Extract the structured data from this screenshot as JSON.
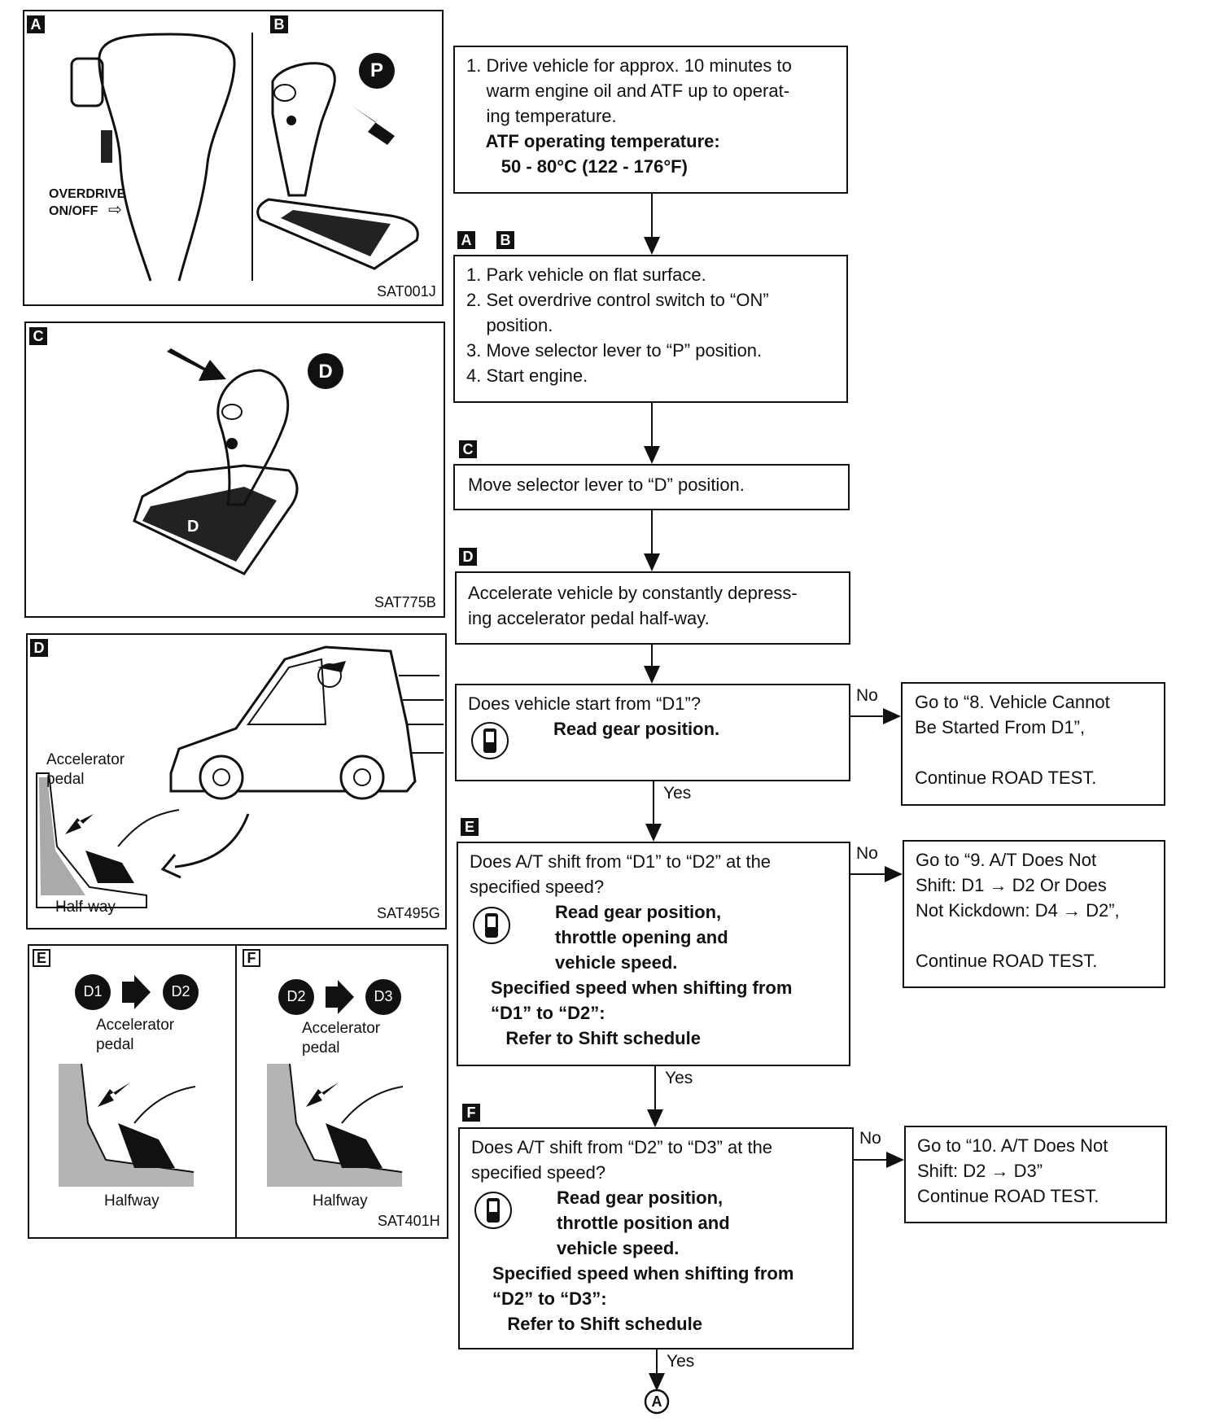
{
  "illustrations": {
    "panel_ab": {
      "tag_a": "A",
      "tag_b": "B",
      "overdrive_label": "OVERDRIVE\nON/OFF",
      "p_badge": "P",
      "code": "SAT001J"
    },
    "panel_c": {
      "tag": "C",
      "d_badge": "D",
      "gate_letter": "D",
      "code": "SAT775B"
    },
    "panel_d": {
      "tag": "D",
      "accel_label": "Accelerator\npedal",
      "halfway_label": "Half-way",
      "code": "SAT495G"
    },
    "panel_ef": {
      "tag_e": "E",
      "tag_f": "F",
      "e_from": "D1",
      "e_to": "D2",
      "f_from": "D2",
      "f_to": "D3",
      "accel_label_e": "Accelerator\npedal",
      "accel_label_f": "Accelerator\npedal",
      "halfway_e": "Halfway",
      "halfway_f": "Halfway",
      "code": "SAT401H"
    }
  },
  "flow": {
    "step1": {
      "lines": [
        "1. Drive vehicle for approx. 10 minutes to",
        "    warm engine oil and ATF up to operat-",
        "    ing temperature."
      ],
      "bold_lines": [
        "    ATF operating temperature:",
        "       50 - 80°C (122 - 176°F)"
      ]
    },
    "step2": {
      "tags": [
        "A",
        "B"
      ],
      "lines": [
        "1. Park vehicle on flat surface.",
        "2. Set overdrive control switch to “ON”",
        "    position.",
        "3. Move selector lever to “P” position.",
        "4. Start engine."
      ]
    },
    "step3": {
      "tag": "C",
      "text": "Move selector lever to “D” position."
    },
    "step4": {
      "tag": "D",
      "lines": [
        "Accelerate vehicle by constantly depress-",
        "ing accelerator pedal half-way."
      ]
    },
    "q1": {
      "question": "Does vehicle start from “D1”?",
      "bold": "Read gear position.",
      "no_label": "No",
      "yes_label": "Yes",
      "no_box": [
        "Go to “8. Vehicle Cannot",
        "Be Started From D1”,",
        "",
        "Continue ROAD TEST."
      ]
    },
    "q2": {
      "tag": "E",
      "lines": [
        "Does A/T shift from “D1” to “D2” at the",
        "specified speed?"
      ],
      "bold_indent": [
        "Read gear position,",
        "throttle opening and",
        "vehicle speed."
      ],
      "bold_lines": [
        "Specified speed when shifting from",
        "“D1” to “D2”:",
        "   Refer to Shift schedule"
      ],
      "no_label": "No",
      "yes_label": "Yes",
      "no_box": [
        "Go to “9. A/T Does Not",
        "Shift: D1 → D2 Or Does",
        "Not Kickdown: D4 → D2”,",
        "",
        "Continue ROAD TEST."
      ]
    },
    "q3": {
      "tag": "F",
      "lines": [
        "Does A/T shift from “D2” to “D3” at the",
        "specified speed?"
      ],
      "bold_indent": [
        "Read gear position,",
        "throttle position and",
        "vehicle speed."
      ],
      "bold_lines": [
        "Specified speed when shifting from",
        "“D2” to “D3”:",
        "   Refer to Shift schedule"
      ],
      "no_label": "No",
      "yes_label": "Yes",
      "no_box": [
        "Go to “10. A/T Does Not",
        "Shift: D2 → D3”",
        "Continue ROAD TEST."
      ]
    },
    "connector": "A"
  }
}
